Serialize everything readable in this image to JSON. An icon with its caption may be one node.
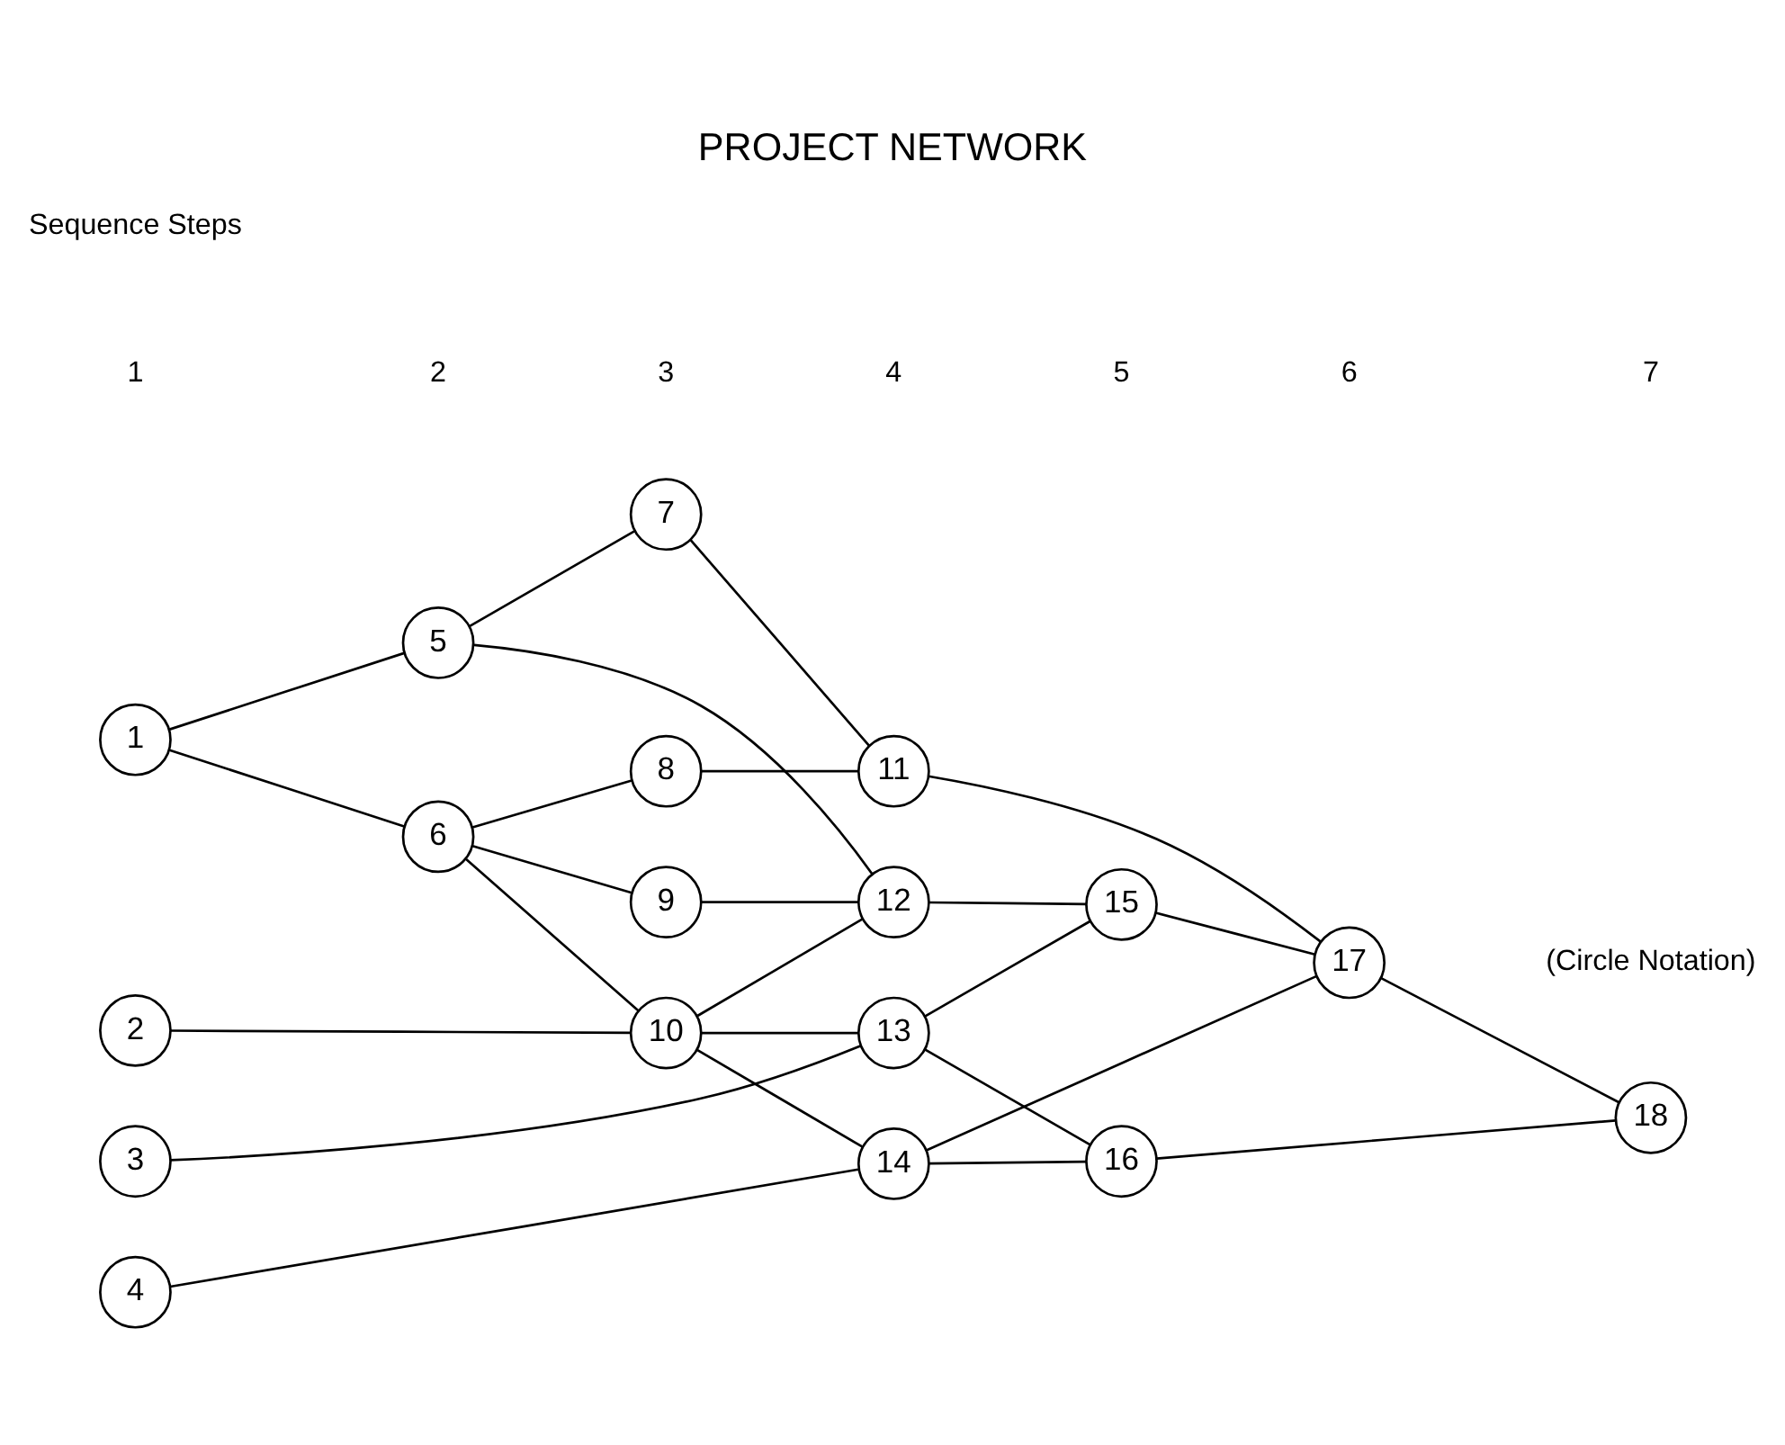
{
  "diagram": {
    "title": "PROJECT NETWORK",
    "nodes": [
      {
        "text": [
          "1"
        ]
      },
      {
        "text": [
          "2"
        ]
      },
      {
        "text": [
          "3"
        ]
      },
      {
        "text": [
          "4"
        ]
      },
      {
        "text": [
          "5"
        ]
      },
      {
        "text": [
          "6"
        ]
      },
      {
        "text": [
          "7"
        ]
      },
      {
        "text": [
          "8"
        ]
      },
      {
        "text": [
          "9"
        ]
      },
      {
        "text": [
          "10"
        ]
      },
      {
        "text": [
          "11"
        ]
      },
      {
        "text": [
          "12"
        ]
      },
      {
        "text": [
          "13"
        ]
      },
      {
        "text": [
          "14"
        ]
      },
      {
        "text": [
          "15"
        ]
      },
      {
        "text": [
          "16"
        ]
      },
      {
        "text": [
          "17"
        ]
      },
      {
        "text": [
          "18"
        ]
      }
    ],
    "edges": [
      {
        "from": 0,
        "to": 4,
        "arrow": "none"
      },
      {
        "from": 4,
        "to": 6,
        "arrow": "none"
      },
      {
        "from": 0,
        "to": 5,
        "arrow": "none"
      },
      {
        "from": 4,
        "to": 11,
        "arrow": "none"
      },
      {
        "from": 6,
        "to": 10,
        "arrow": "none"
      },
      {
        "from": 7,
        "to": 10,
        "arrow": "none"
      },
      {
        "from": 5,
        "to": 7,
        "arrow": "none"
      },
      {
        "from": 5,
        "to": 8,
        "arrow": "none"
      },
      {
        "from": 8,
        "to": 11,
        "arrow": "none"
      },
      {
        "from": 5,
        "to": 9,
        "arrow": "none"
      },
      {
        "from": 10,
        "to": 16,
        "arrow": "none"
      },
      {
        "from": 1,
        "to": 9,
        "arrow": "none"
      },
      {
        "from": 9,
        "to": 11,
        "arrow": "none"
      },
      {
        "from": 11,
        "to": 14,
        "arrow": "none"
      },
      {
        "from": 14,
        "to": 16,
        "arrow": "none"
      },
      {
        "from": 16,
        "to": 17,
        "arrow": "none"
      },
      {
        "from": 9,
        "to": 12,
        "arrow": "none"
      },
      {
        "from": 9,
        "to": 13,
        "arrow": "none"
      },
      {
        "from": 2,
        "to": 12,
        "arrow": "none"
      },
      {
        "from": 12,
        "to": 14,
        "arrow": "none"
      },
      {
        "from": 12,
        "to": 15,
        "arrow": "none"
      },
      {
        "from": 15,
        "to": 17,
        "arrow": "none"
      },
      {
        "from": 13,
        "to": 16,
        "arrow": "none"
      },
      {
        "from": 13,
        "to": 15,
        "arrow": "none"
      },
      {
        "from": 3,
        "to": 13,
        "arrow": "none"
      }
    ],
    "labels": [
      "(Circle Notation)",
      "1",
      "2",
      "3",
      "4",
      "5",
      "6",
      "7",
      "Sequence Steps"
    ]
  }
}
